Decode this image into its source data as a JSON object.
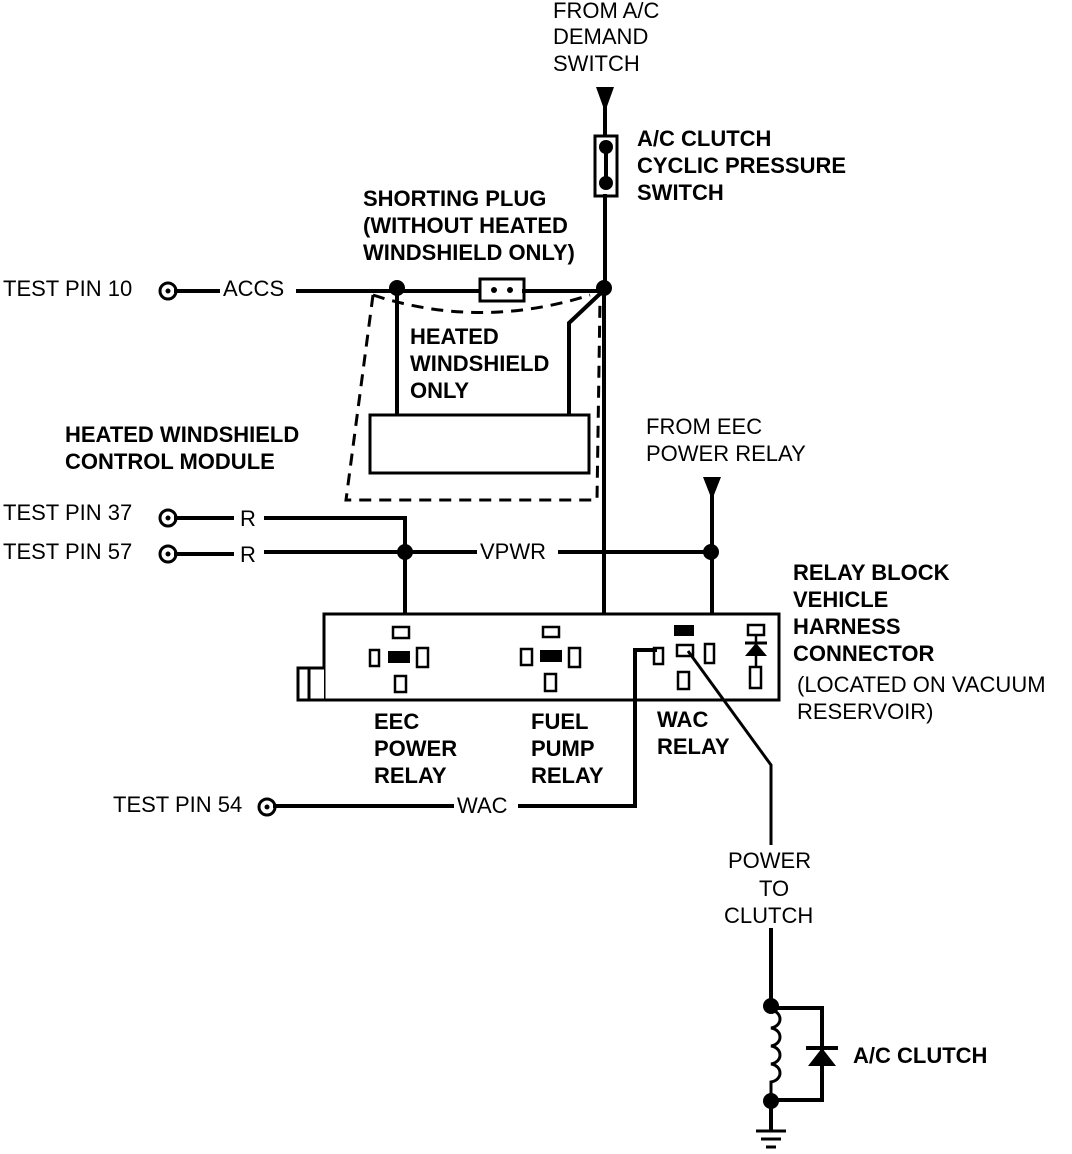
{
  "labels": {
    "from_ac_demand": [
      "FROM A/C",
      "DEMAND",
      "SWITCH"
    ],
    "ac_clutch_cyclic": [
      "A/C CLUTCH",
      "CYCLIC PRESSURE",
      "SWITCH"
    ],
    "shorting_plug": [
      "SHORTING PLUG",
      "(WITHOUT HEATED",
      "WINDSHIELD ONLY)"
    ],
    "heated_windshield_only": [
      "HEATED",
      "WINDSHIELD",
      "ONLY"
    ],
    "hw_control_module": [
      "HEATED WINDSHIELD",
      "CONTROL MODULE"
    ],
    "from_eec_power_relay": [
      "FROM EEC",
      "POWER RELAY"
    ],
    "relay_block": [
      "RELAY BLOCK",
      "VEHICLE",
      "HARNESS",
      "CONNECTOR"
    ],
    "relay_block_note": [
      "(LOCATED ON VACUUM",
      "RESERVOIR)"
    ],
    "eec_power_relay": [
      "EEC",
      "POWER",
      "RELAY"
    ],
    "fuel_pump_relay": [
      "FUEL",
      "PUMP",
      "RELAY"
    ],
    "wac_relay": [
      "WAC",
      "RELAY"
    ],
    "power_to_clutch": [
      "POWER",
      "TO",
      "CLUTCH"
    ],
    "ac_clutch": "A/C CLUTCH"
  },
  "test_pins": {
    "pin10": "TEST PIN 10",
    "pin37": "TEST PIN 37",
    "pin57": "TEST PIN 57",
    "pin54": "TEST PIN 54"
  },
  "wires": {
    "accs": "ACCS",
    "r37": "R",
    "r57": "R",
    "vpwr": "VPWR",
    "wac": "WAC"
  }
}
